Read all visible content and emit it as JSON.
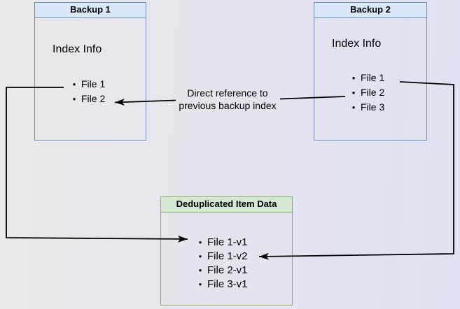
{
  "diagram": {
    "backup1": {
      "title": "Backup 1",
      "subtitle": "Index Info",
      "items": [
        "File 1",
        "File 2"
      ]
    },
    "backup2": {
      "title": "Backup 2",
      "subtitle": "Index Info",
      "items": [
        "File 1",
        "File 2",
        "File 3"
      ]
    },
    "dedup": {
      "title": "Deduplicated Item Data",
      "items": [
        "File 1-v1",
        "File 1-v2",
        "File 2-v1",
        "File 3-v1"
      ]
    },
    "annotation": {
      "line1": "Direct reference to",
      "line2": "previous backup index"
    }
  },
  "icons": {
    "bullet": "•"
  },
  "colors": {
    "backup_header_fill": "#dae8fc",
    "backup_border": "#6c8ebf",
    "dedup_header_fill": "#d5e8d4",
    "dedup_border": "#82b366",
    "arrow": "#000000",
    "background_left": "#eae8e9",
    "background_right": "#e0e2f3"
  }
}
